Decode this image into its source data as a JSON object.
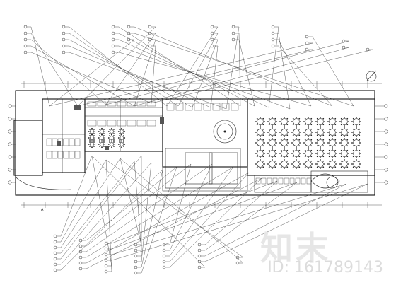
{
  "watermark": {
    "logo_text": "知末",
    "id_text": "ID: 161789143"
  },
  "plan_labels": {
    "scale_tag": "A"
  }
}
